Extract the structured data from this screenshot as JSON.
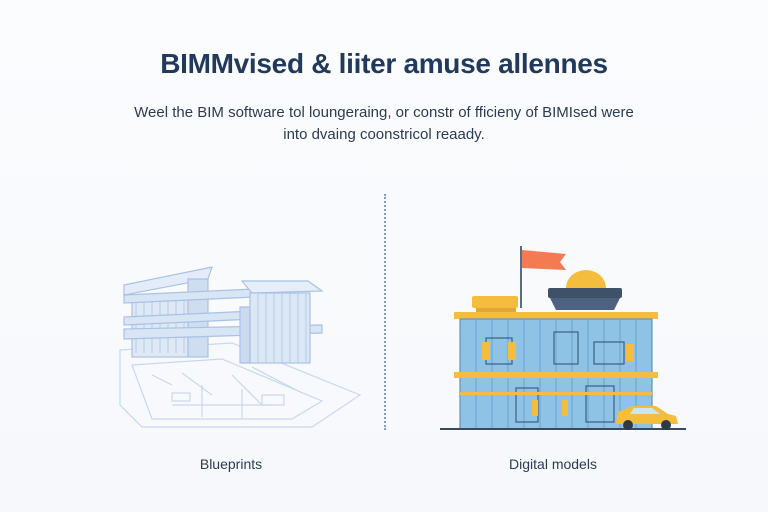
{
  "header": {
    "title": "BIMMvised & liiter amuse allennes",
    "subtitle_line1": "Weel the BIM software tol loungeraing, or constr of fficieny of BIMIsed were",
    "subtitle_line2": "into dvaing coonstricol reaady."
  },
  "panels": {
    "left_caption": "Blueprints",
    "right_caption": "Digital models"
  },
  "colors": {
    "title": "#213a5c",
    "blueprint_line": "#a9c1e3",
    "building_glass": "#8ec3e6",
    "accent_yellow": "#f5bd3e",
    "flag": "#f47a53",
    "divider": "#7e9cc9"
  }
}
